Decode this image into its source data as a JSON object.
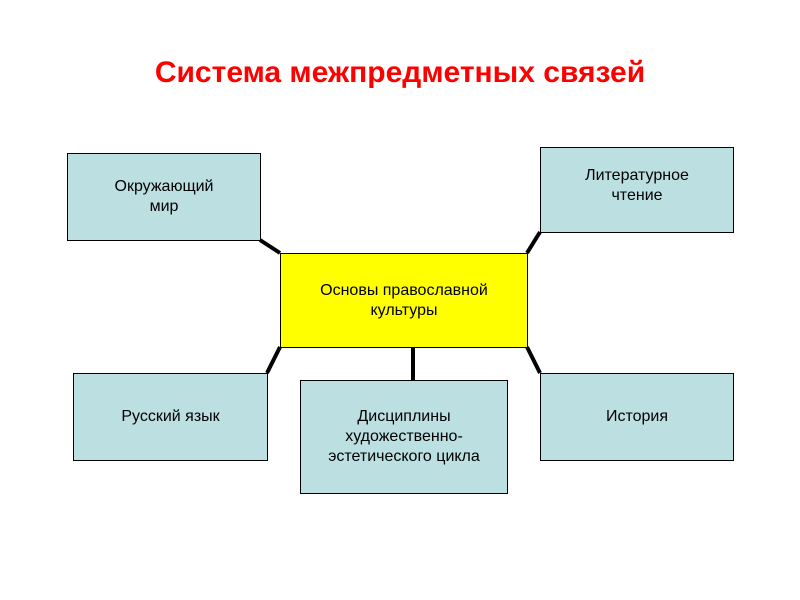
{
  "title": "Система межпредметных связей",
  "center": {
    "label": "Основы православной культуры"
  },
  "nodes": [
    {
      "label": "Окружающий мир"
    },
    {
      "label": "Литературное чтение"
    },
    {
      "label": "Русский язык"
    },
    {
      "label": "Дисциплины художественно-эстетического цикла"
    },
    {
      "label": "История"
    }
  ],
  "colors": {
    "title": "#ff0000",
    "center_fill": "#ffff00",
    "node_fill": "#bcdfe2"
  }
}
